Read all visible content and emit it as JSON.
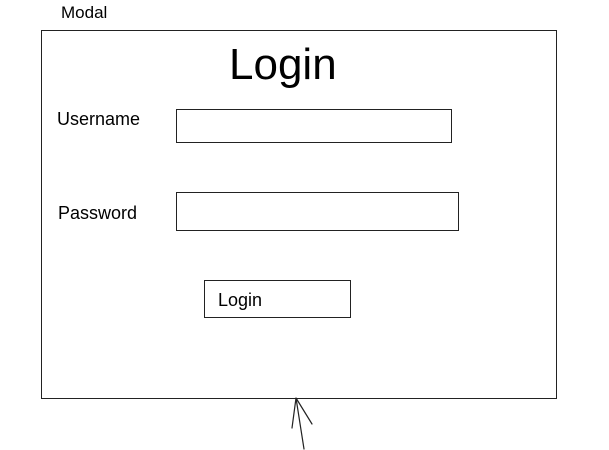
{
  "modal": {
    "caption": "Modal",
    "title": "Login"
  },
  "form": {
    "username_label": "Username",
    "username_value": "",
    "password_label": "Password",
    "password_value": "",
    "submit_label": "Login"
  },
  "colors": {
    "stroke": "#222222",
    "background": "#ffffff",
    "text": "#000000"
  },
  "icons": {
    "pointer": "arrow-icon"
  }
}
